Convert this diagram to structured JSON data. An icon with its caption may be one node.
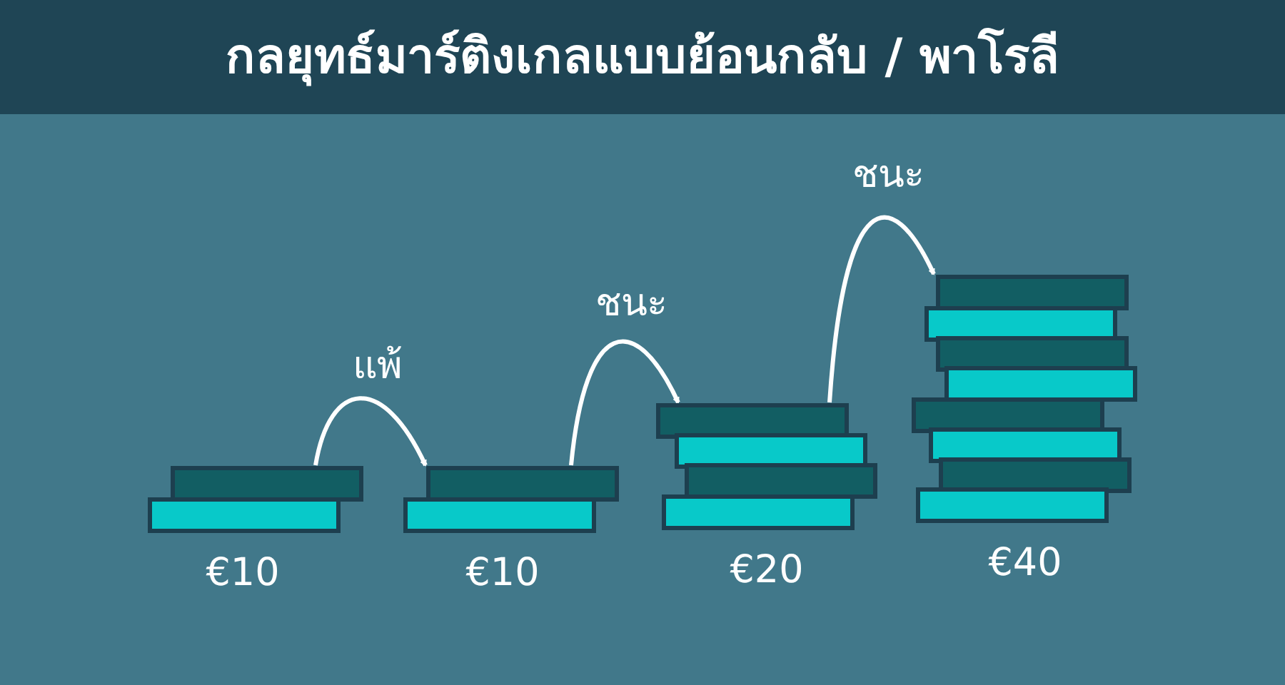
{
  "diagram": {
    "title": "กลยุทธ์มาร์ติงเกลแบบย้อนกลับ / พาโรลี",
    "nodes": [
      {
        "text": [
          "€10"
        ]
      },
      {
        "text": [
          "€10"
        ]
      },
      {
        "text": [
          "€20"
        ]
      },
      {
        "text": [
          "€40"
        ]
      }
    ],
    "edges": [
      {
        "from": 0,
        "to": 1,
        "arrow": "to",
        "label": "แพ้"
      },
      {
        "from": 1,
        "to": 2,
        "arrow": "to",
        "label": "ชนะ"
      },
      {
        "from": 2,
        "to": 3,
        "arrow": "to",
        "label": "ชนะ"
      }
    ]
  }
}
